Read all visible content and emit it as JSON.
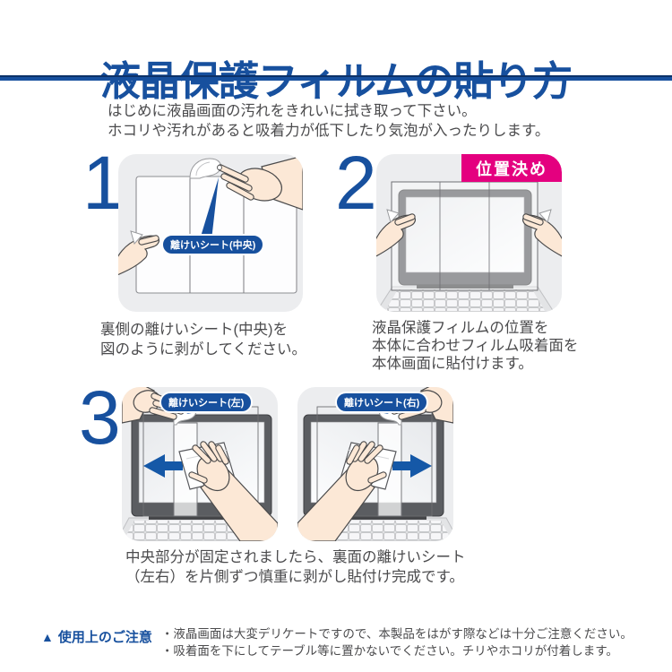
{
  "colors": {
    "primary": "#17509e",
    "navy_edge": "#0c3168",
    "pink": "#e4007f",
    "text": "#4b4b4d",
    "panel": "#ecedef",
    "arrow": "#1558a7",
    "bezel": "#5b5d61",
    "skin": "#fce8d6",
    "keyboard": "#e3e4e6"
  },
  "header": {
    "title": "液晶保護フィルムの貼り方"
  },
  "intro": {
    "line1": "はじめに液晶画面の汚れをきれいに拭き取って下さい。",
    "line2": "ホコリや汚れがあると吸着力が低下したり気泡が入ったりします。"
  },
  "steps": [
    {
      "number": "1",
      "callout": "離けいシート(中央)",
      "caption_lines": [
        "裏側の離けいシート(中央)を",
        "図のように剥がしてください。"
      ]
    },
    {
      "number": "2",
      "badge": "位置決め",
      "caption_lines": [
        "液晶保護フィルムの位置を",
        "本体に合わせフィルム吸着面を",
        "本体画面に貼付けます。"
      ]
    },
    {
      "number": "3",
      "callout_left": "離けいシート(左)",
      "callout_right": "離けいシート(右)",
      "caption_lines": [
        "中央部分が固定されましたら、裏面の離けいシート",
        "（左右）を片側ずつ慎重に剥がし貼付け完成です。"
      ]
    }
  ],
  "notes": {
    "triangle": "▲",
    "label": "使用上のご注意",
    "items": [
      "・液晶画面は大変デリケートですので、本製品をはがす際などは十分ご注意ください。",
      "・吸着面を下にしてテーブル等に置かないでください。チリやホコリが付着します。"
    ]
  }
}
